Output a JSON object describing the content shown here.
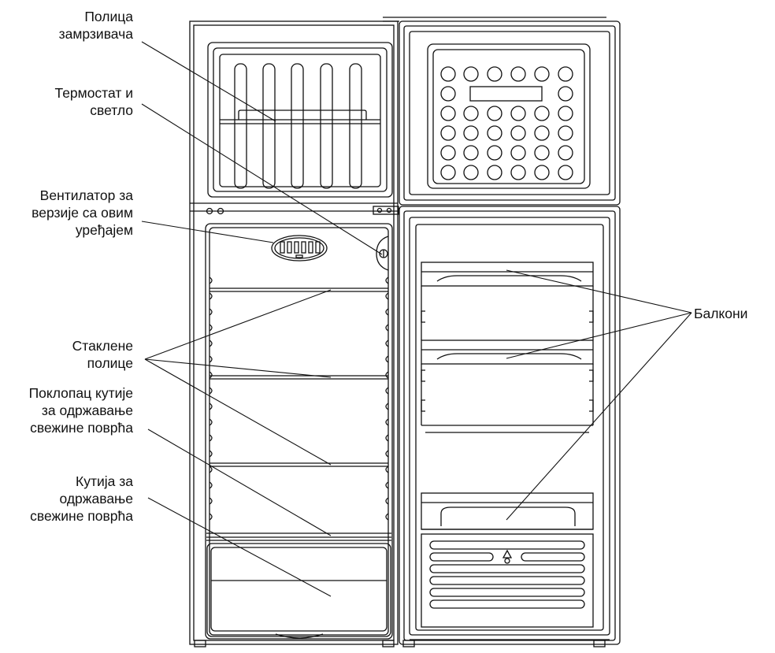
{
  "labels": {
    "freezer_shelf": [
      "Полица",
      "замрзивача"
    ],
    "thermostat": [
      "Термостат и",
      "светло"
    ],
    "fan": [
      "Вентилатор за",
      "верзије са овим",
      "уређајем"
    ],
    "glass_shelves": [
      "Стаклене",
      "полице"
    ],
    "crisper_lid": [
      "Поклопац кутије",
      "за одржавање",
      "свежине поврћа"
    ],
    "crisper": [
      "Кутија за",
      "одржавање",
      "свежине поврћа"
    ],
    "balconies": [
      "Балкони"
    ]
  },
  "colors": {
    "line": "#111111",
    "background": "#ffffff"
  }
}
